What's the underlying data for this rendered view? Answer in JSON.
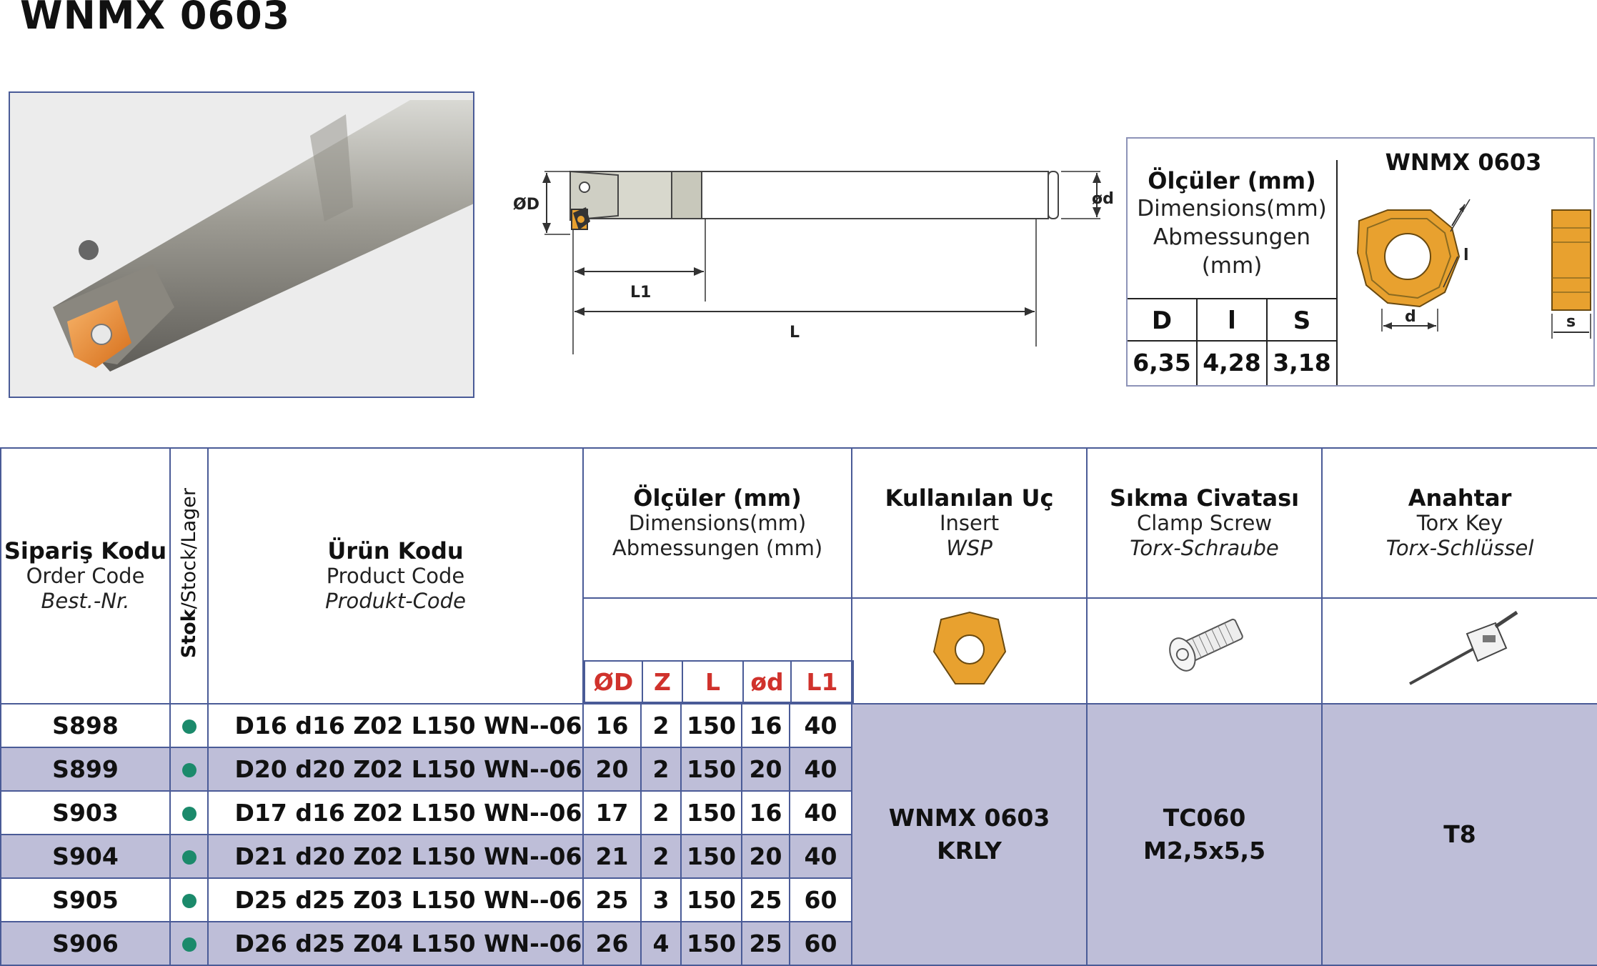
{
  "title": "WNMX 0603",
  "drawing": {
    "label_D": "ØD",
    "label_d": "ød",
    "label_L1": "L1",
    "label_L": "L"
  },
  "dim_box": {
    "title_tr": "Ölçüler (mm)",
    "title_en": "Dimensions(mm)",
    "title_de": "Abmessungen",
    "title_unit": "(mm)",
    "headers": [
      "D",
      "l",
      "S"
    ],
    "values": [
      "6,35",
      "4,28",
      "3,18"
    ],
    "insert_title": "WNMX 0603",
    "insert_labels": {
      "l": "l",
      "d": "d",
      "s": "s"
    }
  },
  "table": {
    "col_order": {
      "tr": "Sipariş Kodu",
      "en": "Order Code",
      "de": "Best.-Nr."
    },
    "col_stock": {
      "tr": "Stok",
      "rest": "/Stock/Lager"
    },
    "col_product": {
      "tr": "Ürün Kodu",
      "en": "Product Code",
      "de": "Produkt-Code"
    },
    "col_dims": {
      "tr": "Ölçüler (mm)",
      "en": "Dimensions(mm)",
      "de": "Abmessungen (mm)"
    },
    "dim_subheaders": [
      "ØD",
      "Z",
      "L",
      "ød",
      "L1"
    ],
    "col_insert": {
      "tr": "Kullanılan Uç",
      "en": "Insert",
      "de": "WSP"
    },
    "col_screw": {
      "tr": "Sıkma Civatası",
      "en": "Clamp Screw",
      "de": "Torx-Schraube"
    },
    "col_key": {
      "tr": "Anahtar",
      "en": "Torx Key",
      "de": "Torx-Schlüssel"
    },
    "rows": [
      {
        "order": "S898",
        "product": "D16 d16 Z02 L150 WN--06",
        "D": "16",
        "Z": "2",
        "L": "150",
        "d": "16",
        "L1": "40"
      },
      {
        "order": "S899",
        "product": "D20 d20 Z02 L150 WN--06",
        "D": "20",
        "Z": "2",
        "L": "150",
        "d": "20",
        "L1": "40"
      },
      {
        "order": "S903",
        "product": "D17 d16 Z02 L150 WN--06",
        "D": "17",
        "Z": "2",
        "L": "150",
        "d": "16",
        "L1": "40"
      },
      {
        "order": "S904",
        "product": "D21 d20 Z02 L150 WN--06",
        "D": "21",
        "Z": "2",
        "L": "150",
        "d": "20",
        "L1": "40"
      },
      {
        "order": "S905",
        "product": "D25 d25 Z03 L150 WN--06",
        "D": "25",
        "Z": "3",
        "L": "150",
        "d": "25",
        "L1": "60"
      },
      {
        "order": "S906",
        "product": "D26 d25 Z04 L150 WN--06",
        "D": "26",
        "Z": "4",
        "L": "150",
        "d": "25",
        "L1": "60"
      }
    ],
    "insert_value_1": "WNMX 0603",
    "insert_value_2": "KRLY",
    "screw_value_1": "TC060",
    "screw_value_2": "M2,5x5,5",
    "key_value": "T8"
  }
}
